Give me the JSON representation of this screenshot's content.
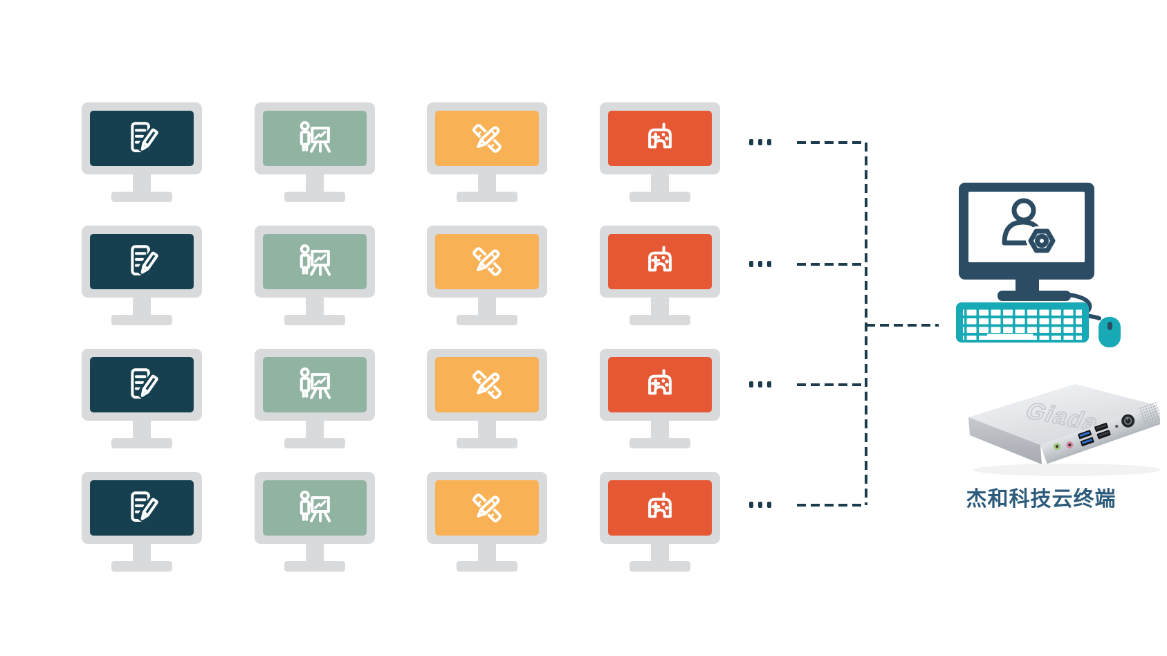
{
  "page": {
    "background": "#ffffff"
  },
  "workstation_types": [
    {
      "id": "office",
      "icon": "document-edit-icon",
      "screen_color": "#16404f"
    },
    {
      "id": "presentation",
      "icon": "presentation-chart-icon",
      "screen_color": "#91b4a2"
    },
    {
      "id": "design",
      "icon": "design-tools-icon",
      "screen_color": "#f9b156"
    },
    {
      "id": "gaming",
      "icon": "game-controller-icon",
      "screen_color": "#e65733"
    }
  ],
  "monitor_frame_color": "#d9dadc",
  "grid": {
    "rows": 4,
    "columns": [
      "office",
      "presentation",
      "design",
      "gaming"
    ],
    "row_ellipsis": "..."
  },
  "connector": {
    "color": "#1c3c4e",
    "style": "dashed"
  },
  "terminal": {
    "label": "杰和科技云终端",
    "label_color": "#2d5b7b",
    "monitor_icon": "user-settings-icon",
    "navy": "#2b4c63",
    "teal": "#18a9b6",
    "device_logo": "Giada"
  }
}
